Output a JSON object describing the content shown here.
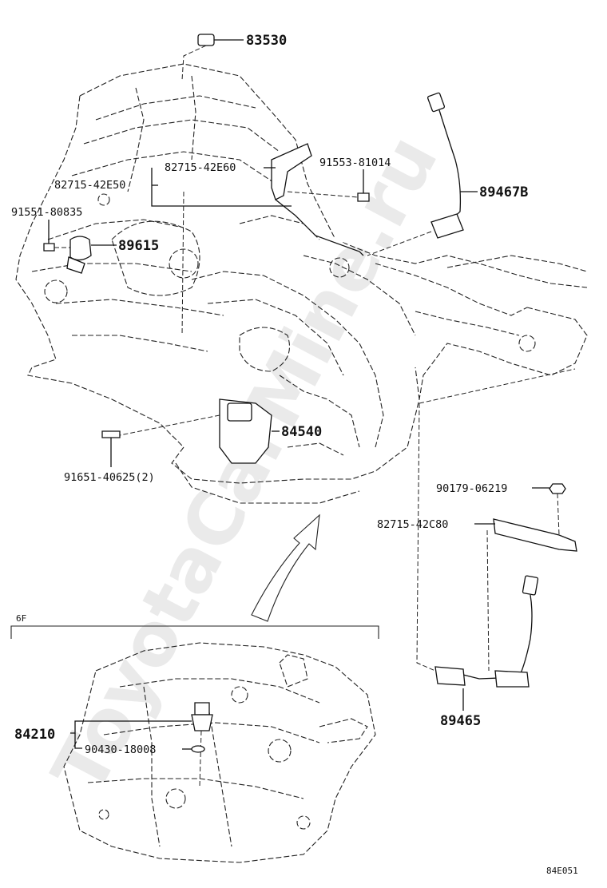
{
  "watermark": "ToyotaCarMine.ru",
  "section_label": "6F",
  "figure_code": "84E051",
  "parts": {
    "p83530": "83530",
    "p82715_42E60": "82715-42E60",
    "p91553_81014": "91553-81014",
    "p82715_42E50": "82715-42E50",
    "p89467B": "89467B",
    "p91551_80835": "91551-80835",
    "p89615": "89615",
    "p84540": "84540",
    "p91651_40625": "91651-40625(2)",
    "p90179_06219": "90179-06219",
    "p82715_42C80": "82715-42C80",
    "p84210": "84210",
    "p90430_18008": "90430-18008",
    "p89465": "89465"
  }
}
